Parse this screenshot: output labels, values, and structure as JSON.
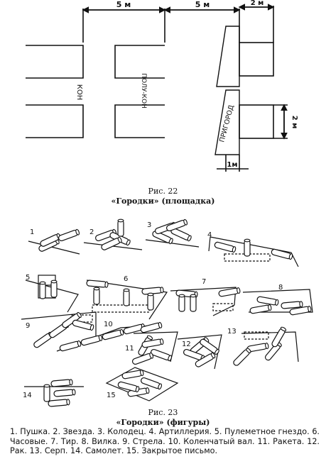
{
  "fig22": {
    "dim_top_left": "5 м",
    "dim_top_mid": "5 м",
    "dim_top_right": "2 м",
    "dim_side": "2 м",
    "dim_bottom": "1м",
    "label_kon": "КОН",
    "label_polukon": "ПОЛУ-КОН",
    "label_prigorod": "ПРИГОРОД",
    "caption_num": "Рис. 22",
    "caption_title": "«Городки» (площадка)"
  },
  "fig23": {
    "numbers": [
      "1",
      "2",
      "3",
      "4",
      "5",
      "6",
      "7",
      "8",
      "9",
      "10",
      "11",
      "12",
      "13",
      "14",
      "15"
    ],
    "caption_num": "Рис. 23",
    "caption_title": "«Городки» (фигуры)",
    "legend": "1. Пушка. 2. Звезда. 3. Колодец. 4. Артиллерия. 5. Пулеметное гнездо. 6. Часовые. 7. Тир. 8. Вилка. 9. Стрела. 10. Коленчатый вал. 11. Ракета. 12. Рак. 13. Серп. 14. Самолет. 15. Закрытое письмо."
  }
}
